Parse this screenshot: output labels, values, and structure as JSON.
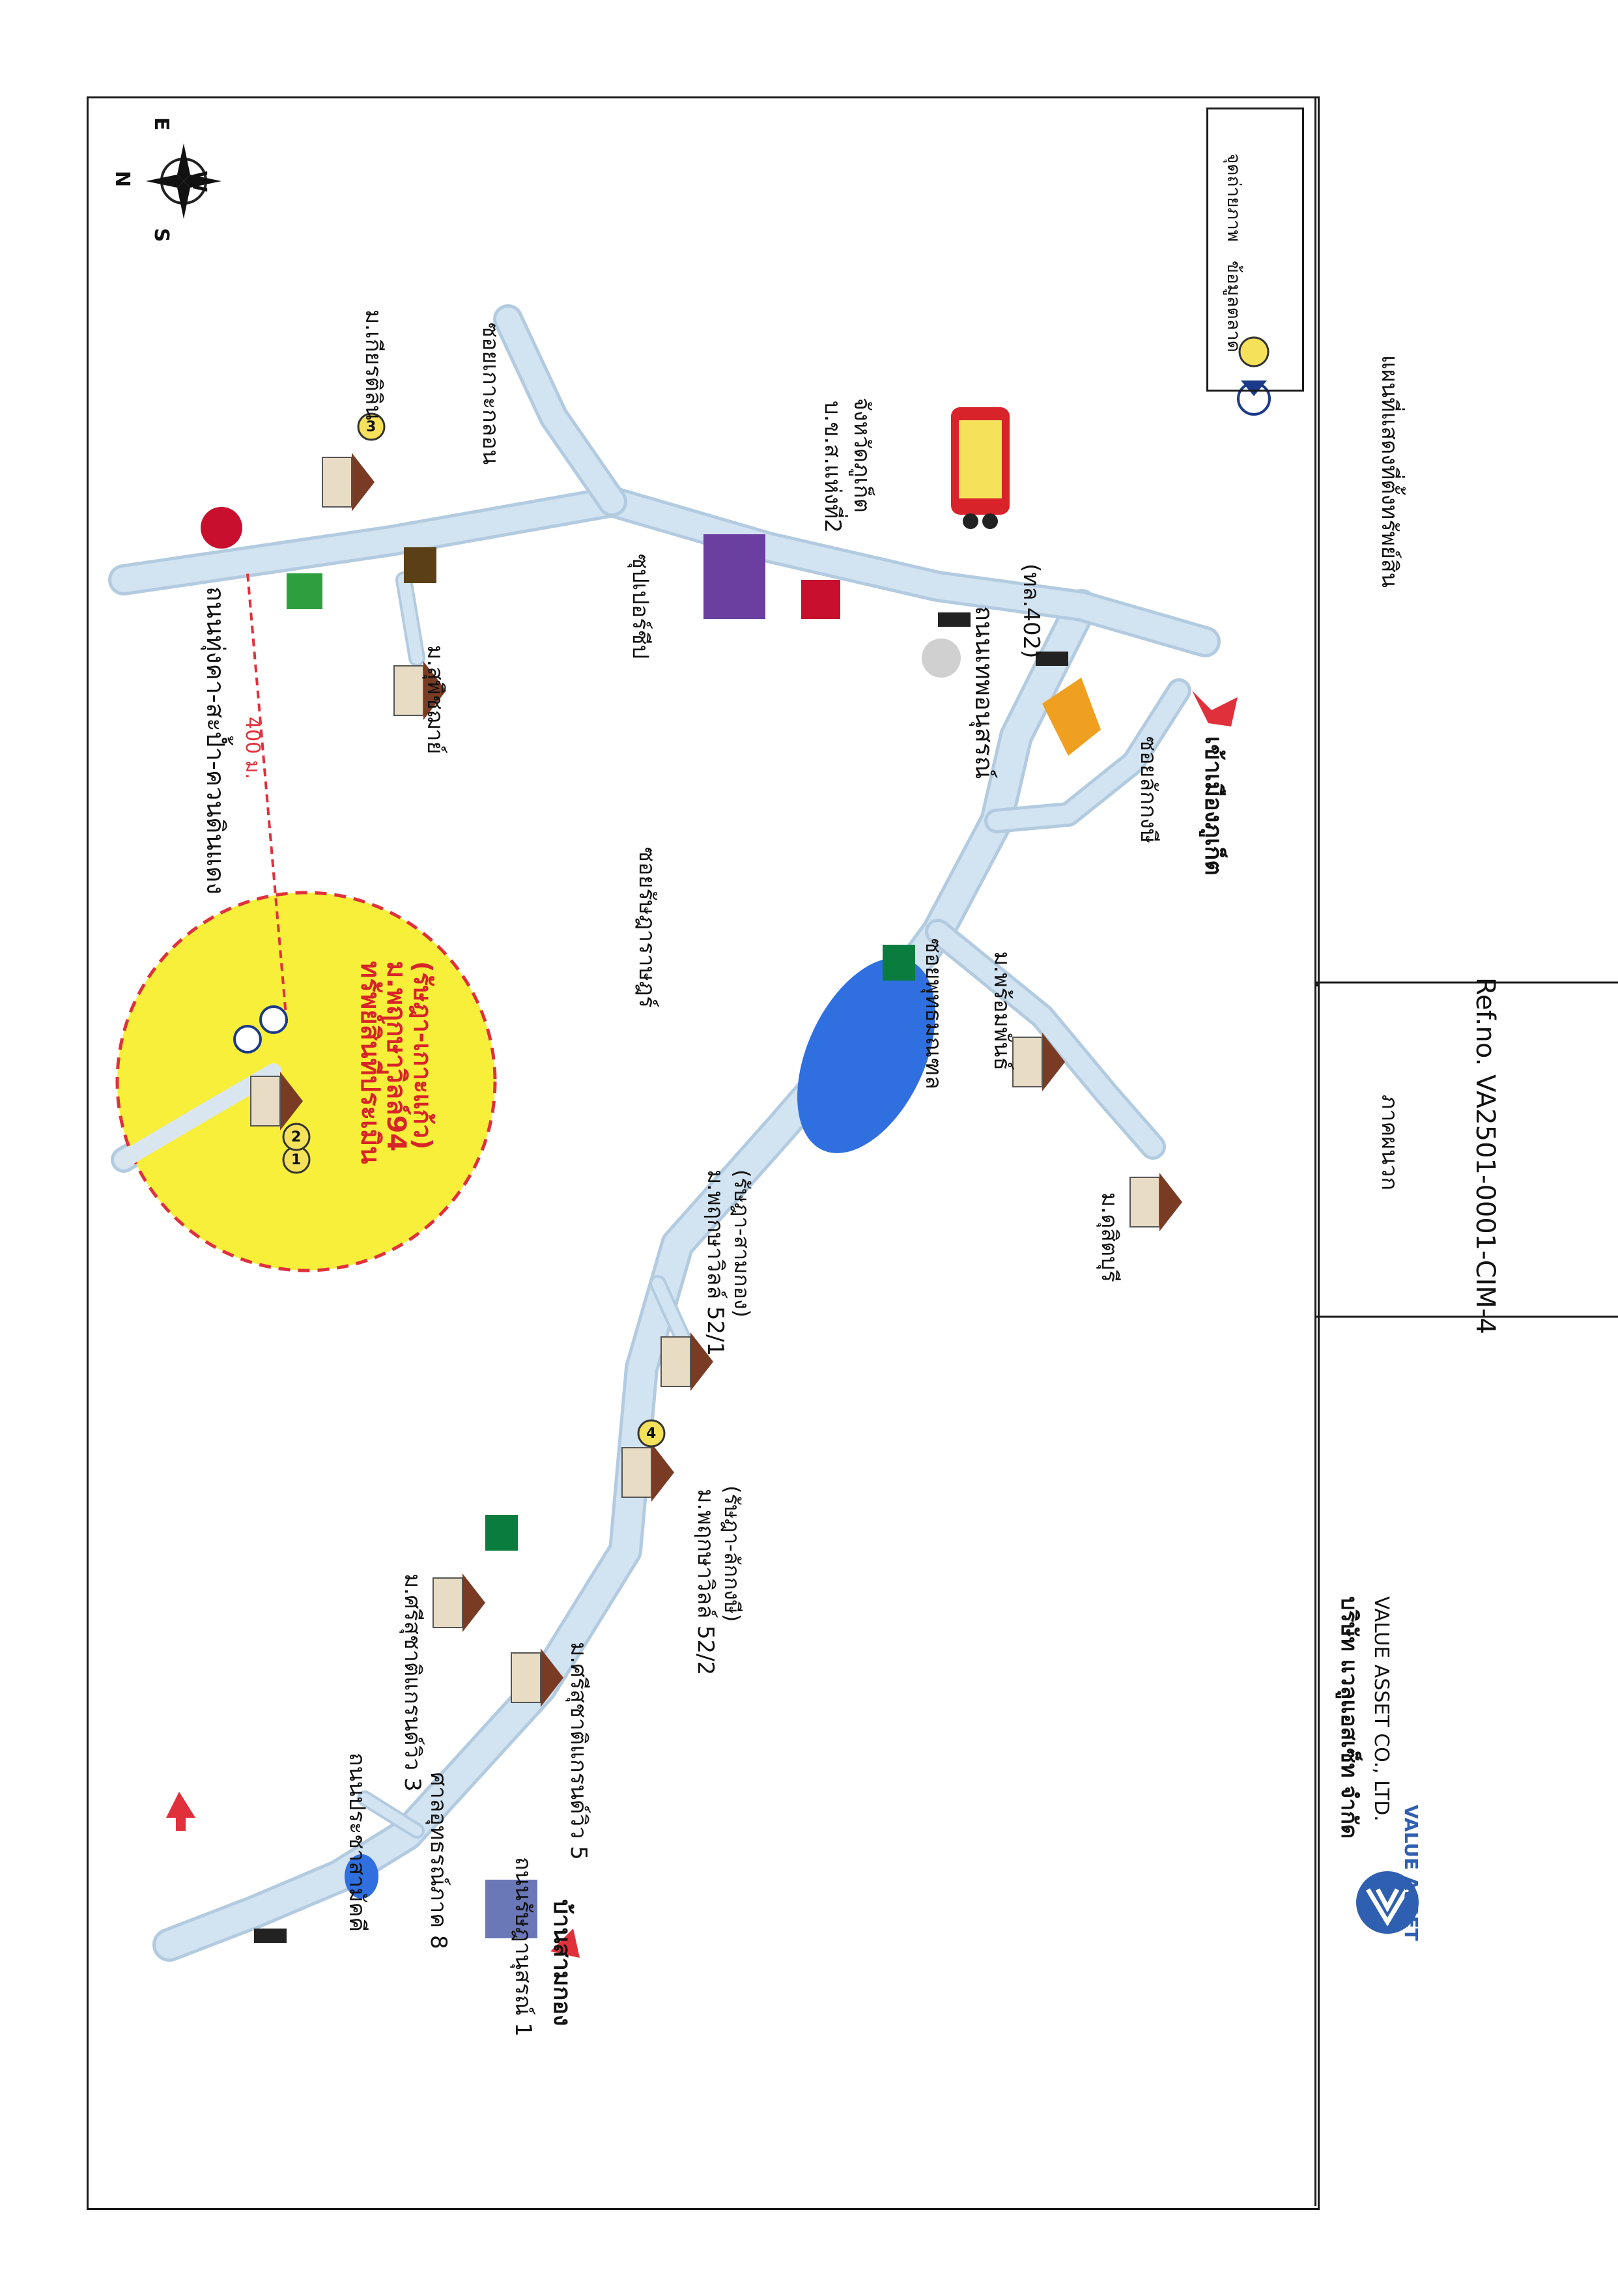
{
  "colors": {
    "road": "#d2e3f1",
    "road_edge": "#b3cbe0",
    "radius_fill": "#f7ef3a",
    "radius_border": "#e0303c",
    "water": "#2f6fe0",
    "label_red": "#d8232a",
    "brand_blue": "#2f5fb0",
    "marker_yellow": "#f5e25a",
    "frame": "#1a1a1a"
  },
  "map": {
    "compass": {
      "n": "N",
      "e": "E",
      "s": "S",
      "w": "W"
    },
    "subject": {
      "title": "ทรัพย์สินที่ประเมิน",
      "project": "ม.พฤกษาวิลล์94",
      "area": "(รัษฎา-เกาะแก้ว)",
      "markers": [
        "1",
        "2"
      ]
    },
    "distance_label": "400 ม.",
    "roads": {
      "thepkasattri": "ถนนทุ่งคา-สะป้ำ-ควนดินแดง",
      "soi_koknon": "ซอยเกาะกลอน",
      "pattana": "ถนนเทพอนุสรณ์",
      "hwy": "(ทล.402)",
      "soi_lakkong": "ซอยลักกงษี",
      "soi_ratuthit": "ซอยรัษฎาราษฎร์",
      "soi_buddha": "ซอยพุทธมณฑล",
      "prachasamakhi": "ถนนประชาสามัคคี",
      "ratsada1": "ถนนรัษฎานุสรณ์ 1"
    },
    "places": {
      "kiarati": "ม.เกียรติลิน",
      "suphamai": "ม.สุพิชฌาย์",
      "supercheap": "ซุปเปอร์ชีป",
      "bus_terminal_1": "บ.ข.ส.แห่งที่2",
      "bus_terminal_2": "จังหวัดภูเก็ต",
      "phromphan": "ม.พร้อมพันธ์",
      "pruksa_52_1": "ม.พฤกษาวิลล์ 52/1",
      "pruksa_52_1_area": "(รัษฎา-สามกอง)",
      "pruksa_52_2": "ม.พฤกษาวิลล์ 52/2",
      "pruksa_52_2_area": "(รัษฎา-ลักกงษี)",
      "dusit": "ม.ดุสิตบุรี",
      "srisuchat3": "ม.ศรีสุชาติแกรนด์วิว 3",
      "srisuchat5": "ม.ศรีสุชาติแกรนด์วิว 5",
      "court": "ศาลอุทธรณ์ภาค 8"
    },
    "directions": {
      "to_city": "เข้าเมืองภูเก็ต",
      "to_samkong": "บ้านสามกอง"
    },
    "markers": {
      "three": "3",
      "four": "4"
    }
  },
  "legend": {
    "items": [
      {
        "label": "ข้อมูลตลาด",
        "icon": "yellow-circle"
      },
      {
        "label": "จุดถ่ายภาพ",
        "icon": "camera-point"
      }
    ]
  },
  "footer": {
    "company_th": "บริษัท แวลูแอสเซ็ท จำกัด",
    "company_en": "VALUE ASSET CO., LTD.",
    "brand": "VALUE ASSET",
    "region": "ภาคผนวก",
    "caption": "แผนที่แสดงที่ตั้งทรัพย์สิน",
    "ref": "Ref.no. VA2501-0001-CIM-4"
  }
}
